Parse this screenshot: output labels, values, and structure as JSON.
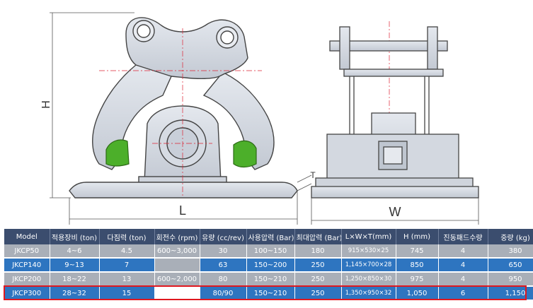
{
  "dimension_labels": {
    "height": "H",
    "length": "L",
    "width": "W",
    "thickness": "T"
  },
  "table": {
    "headers": [
      "Model",
      "적용장비 (ton)",
      "다짐력 (ton)",
      "회전수 (rpm)",
      "유량 (cc/rev)",
      "사용압력 (Bar)",
      "최대압력 (Bar)",
      "L×W×T(mm)",
      "H (mm)",
      "진동패드수량",
      "중량 (kg)"
    ],
    "rows": [
      {
        "model": "JKCP50",
        "equip": "4~6",
        "force": "4.5",
        "rpm": "600~3,000",
        "flow": "30",
        "pressure": "100~150",
        "max_pressure": "180",
        "lwt": "915×530×25",
        "h": "745",
        "pads": "4",
        "weight": "380"
      },
      {
        "model": "JKCP140",
        "equip": "9~13",
        "force": "7",
        "rpm": "",
        "flow": "63",
        "pressure": "150~200",
        "max_pressure": "250",
        "lwt": "1,145×700×28",
        "h": "850",
        "pads": "4",
        "weight": "650"
      },
      {
        "model": "JKCP200",
        "equip": "18~22",
        "force": "13",
        "rpm": "600~2,000",
        "flow": "80",
        "pressure": "150~210",
        "max_pressure": "250",
        "lwt": "1,250×850×30",
        "h": "975",
        "pads": "4",
        "weight": "950"
      },
      {
        "model": "JKCP300",
        "equip": "28~32",
        "force": "15",
        "rpm": "",
        "flow": "80/90",
        "pressure": "150~210",
        "max_pressure": "250",
        "lwt": "1,350×950×32",
        "h": "1,050",
        "pads": "6",
        "weight": "1,150"
      }
    ]
  },
  "colors": {
    "header": "#3b4d6e",
    "row_gray": "#a9afb8",
    "row_blue": "#2e75c0",
    "highlight": "#e0181f",
    "pad_green": "#4caf2a"
  }
}
